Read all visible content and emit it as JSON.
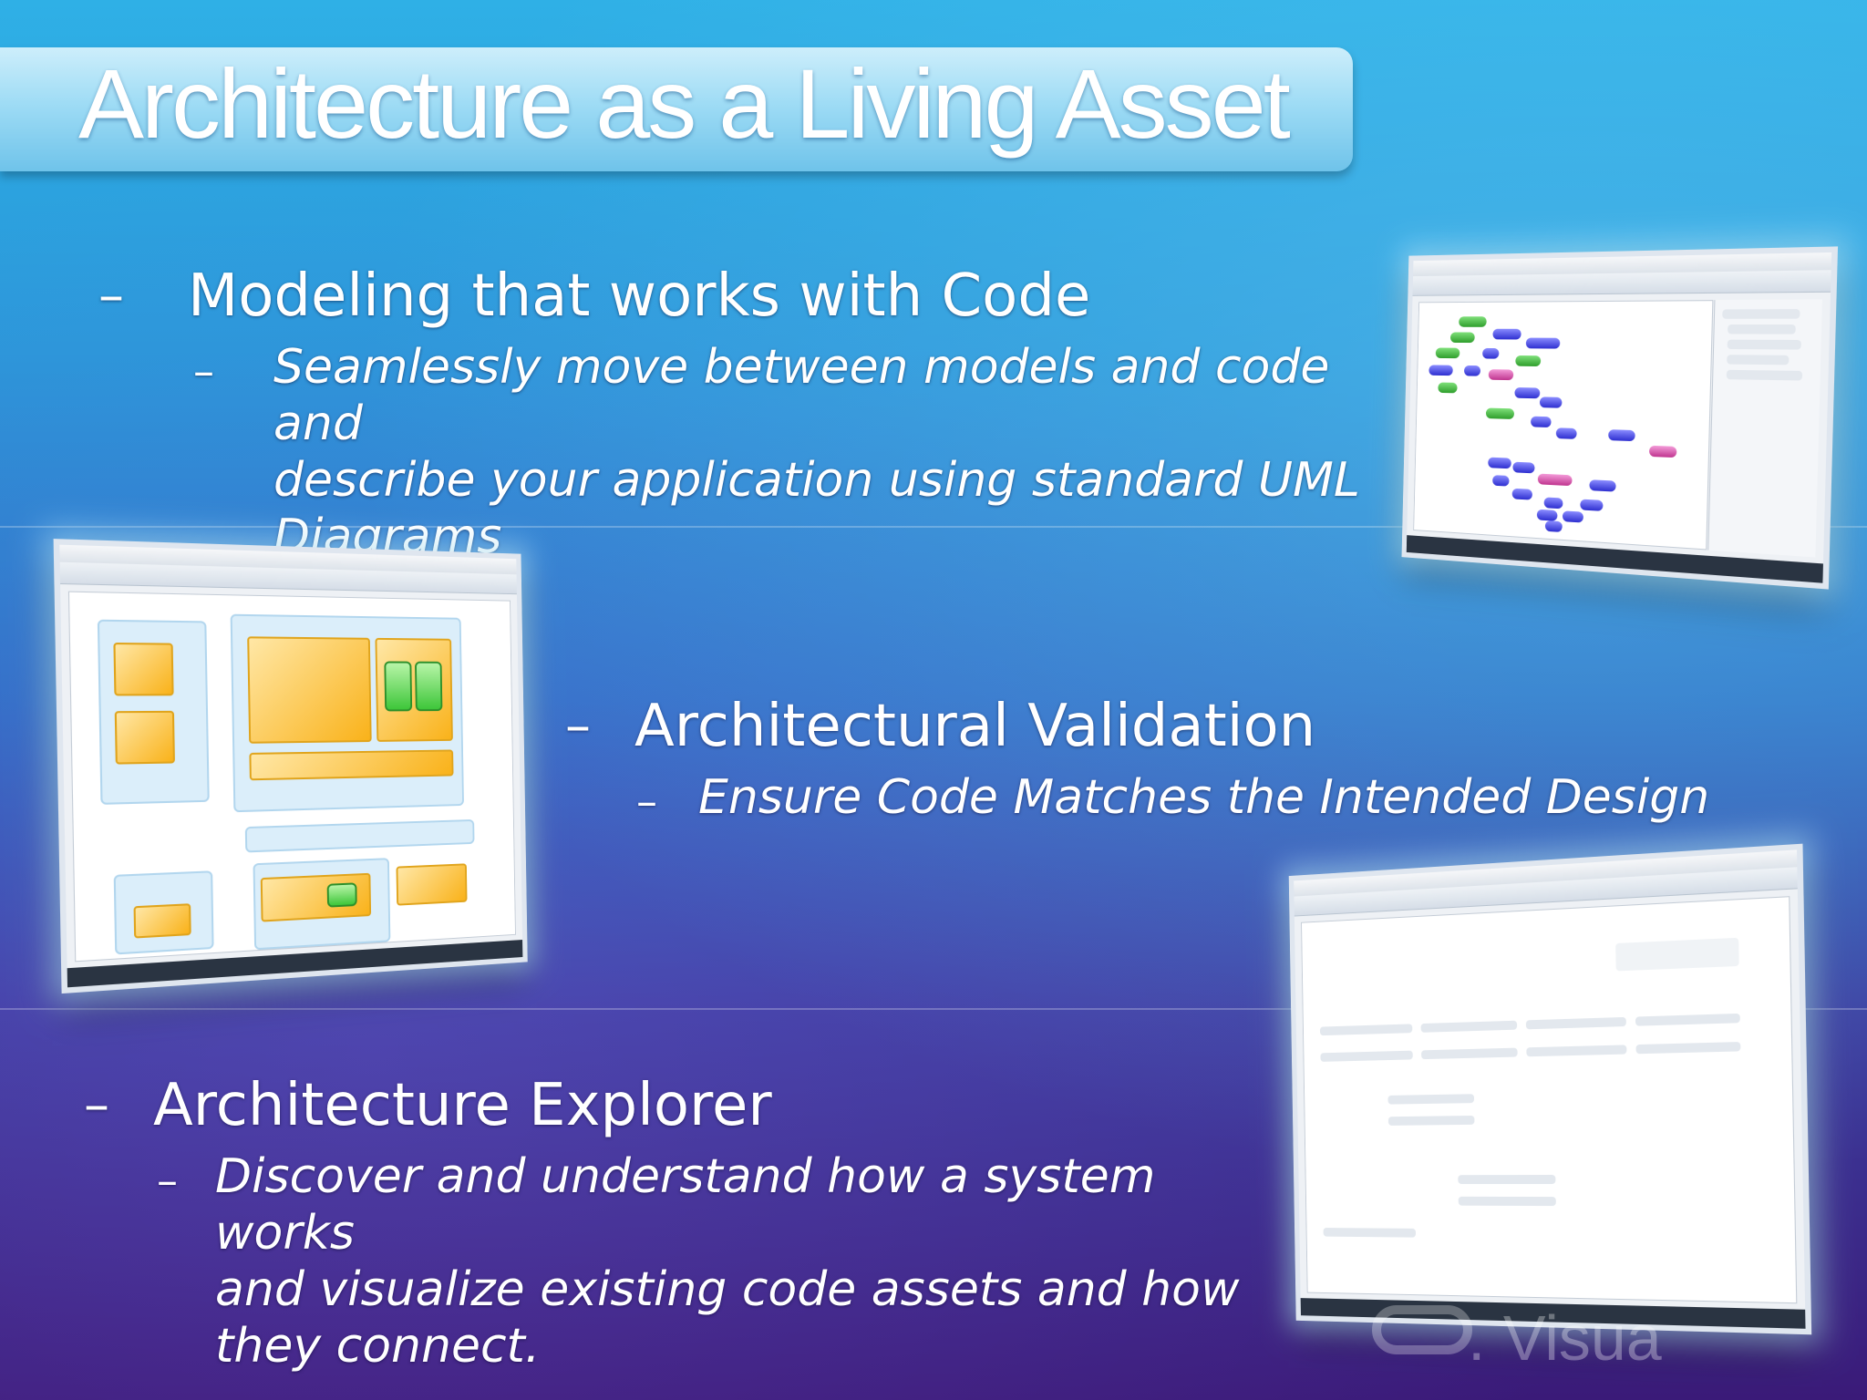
{
  "slide": {
    "title": "Architecture as a Living Asset",
    "dash": "–",
    "bullets": [
      {
        "heading": "Modeling that works with Code",
        "detail_lines": [
          "Seamlessly move between models and code and",
          "describe your application using standard UML",
          "Diagrams"
        ]
      },
      {
        "heading": "Architectural Validation",
        "detail_lines": [
          "Ensure Code Matches the Intended Design"
        ]
      },
      {
        "heading": "Architecture Explorer",
        "detail_lines": [
          "Discover and understand how a system works",
          "and visualize existing code assets and how",
          "they connect."
        ]
      }
    ],
    "logo_text": ". Visua",
    "colors": {
      "background_top": "#2fb0e6",
      "background_bottom": "#3a1a78",
      "title_bar": "#9fdcf5",
      "text": "#ffffff"
    }
  }
}
